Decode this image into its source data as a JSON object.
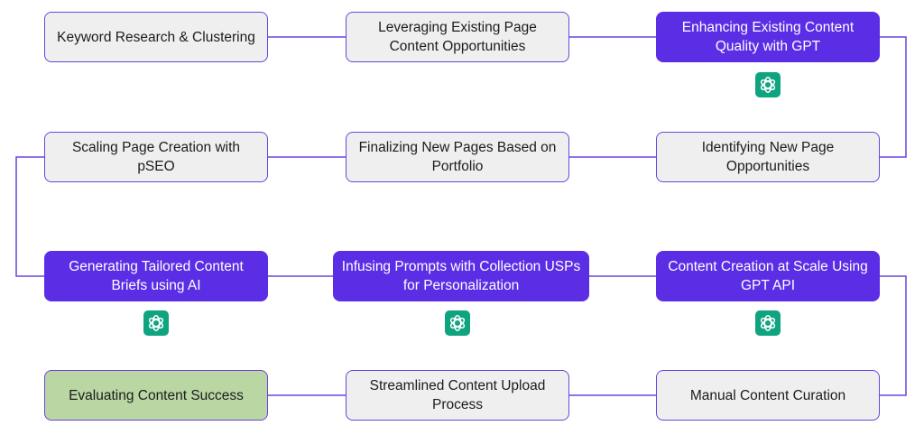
{
  "colors": {
    "step": "#efefef",
    "gpt_step": "#5b2ee6",
    "final_step": "#b9d6a3",
    "border": "#6a45dd",
    "connector": "#6a45dd",
    "badge": "#10a37f"
  },
  "steps": [
    {
      "id": 1,
      "label": "Keyword Research & Clustering",
      "kind": "standard",
      "icon": null
    },
    {
      "id": 2,
      "label": "Leveraging Existing Page Content Opportunities",
      "kind": "standard",
      "icon": null
    },
    {
      "id": 3,
      "label": "Enhancing Existing Content Quality with GPT",
      "kind": "gpt",
      "icon": "openai-logo-icon"
    },
    {
      "id": 4,
      "label": "Identifying New Page Opportunities",
      "kind": "standard",
      "icon": null
    },
    {
      "id": 5,
      "label": "Finalizing New Pages Based on Portfolio",
      "kind": "standard",
      "icon": null
    },
    {
      "id": 6,
      "label": "Scaling Page Creation with pSEO",
      "kind": "standard",
      "icon": null
    },
    {
      "id": 7,
      "label": "Generating Tailored Content Briefs using AI",
      "kind": "gpt",
      "icon": "openai-logo-icon"
    },
    {
      "id": 8,
      "label": "Infusing Prompts with Collection USPs for Personalization",
      "kind": "gpt",
      "icon": "openai-logo-icon"
    },
    {
      "id": 9,
      "label": "Content Creation at Scale Using GPT API",
      "kind": "gpt",
      "icon": "openai-logo-icon"
    },
    {
      "id": 10,
      "label": "Manual Content Curation",
      "kind": "standard",
      "icon": null
    },
    {
      "id": 11,
      "label": "Streamlined Content Upload Process",
      "kind": "standard",
      "icon": null
    },
    {
      "id": 12,
      "label": "Evaluating Content Success",
      "kind": "final",
      "icon": null
    }
  ],
  "flow": [
    [
      1,
      2
    ],
    [
      2,
      3
    ],
    [
      3,
      4
    ],
    [
      4,
      5
    ],
    [
      5,
      6
    ],
    [
      6,
      7
    ],
    [
      7,
      8
    ],
    [
      8,
      9
    ],
    [
      9,
      10
    ],
    [
      10,
      11
    ],
    [
      11,
      12
    ]
  ]
}
